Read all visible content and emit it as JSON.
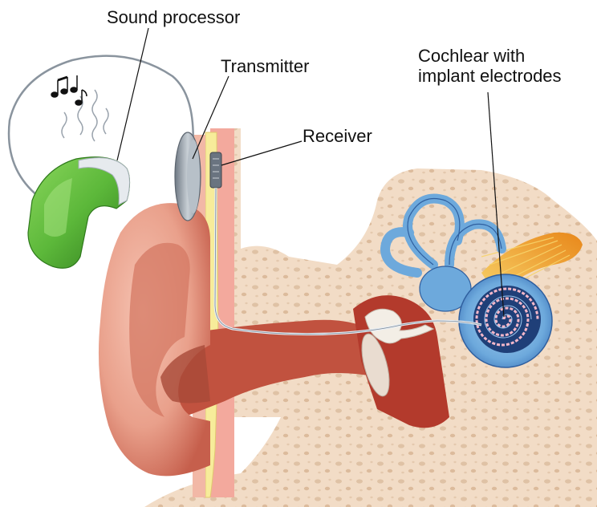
{
  "labels": {
    "sound_processor": "Sound processor",
    "transmitter": "Transmitter",
    "receiver": "Receiver",
    "cochlear_line1": "Cochlear with",
    "cochlear_line2": "implant electrodes"
  },
  "colors": {
    "skin": "#e9a08b",
    "skin_dark": "#c65f4c",
    "canal": "#c1523f",
    "bone": "#f2dcc6",
    "bone_pore": "#dfc2a5",
    "skull_pink": "#f3a99d",
    "fat_yellow": "#f7ec9a",
    "processor_green": "#5cb83a",
    "processor_dark": "#3f8e25",
    "cochlea_blue": "#6da9dc",
    "cochlea_dark": "#2f5f9f",
    "nerve_orange": "#f4a02a",
    "device_grey": "#9aa3ad",
    "wire": "#7b8794"
  },
  "icons": [
    "music-notes-icon"
  ]
}
